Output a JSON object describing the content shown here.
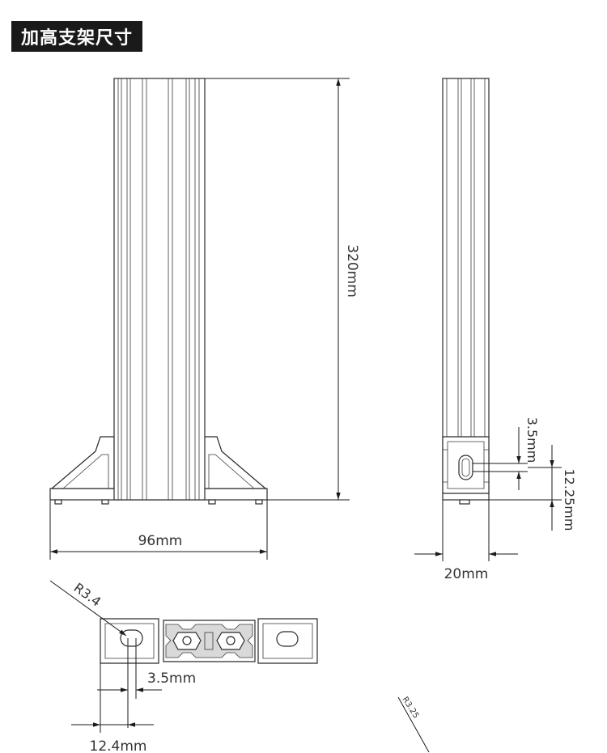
{
  "header": {
    "title": "加高支架尺寸"
  },
  "dimensions": {
    "height": "320mm",
    "base_width": "96mm",
    "side_width": "20mm",
    "slot_width": "3.5mm",
    "slot_offset": "12.25mm",
    "radius_large": "R3.4",
    "hole_width": "3.5mm",
    "edge_offset": "12.4mm",
    "radius_small": "R3.25"
  }
}
